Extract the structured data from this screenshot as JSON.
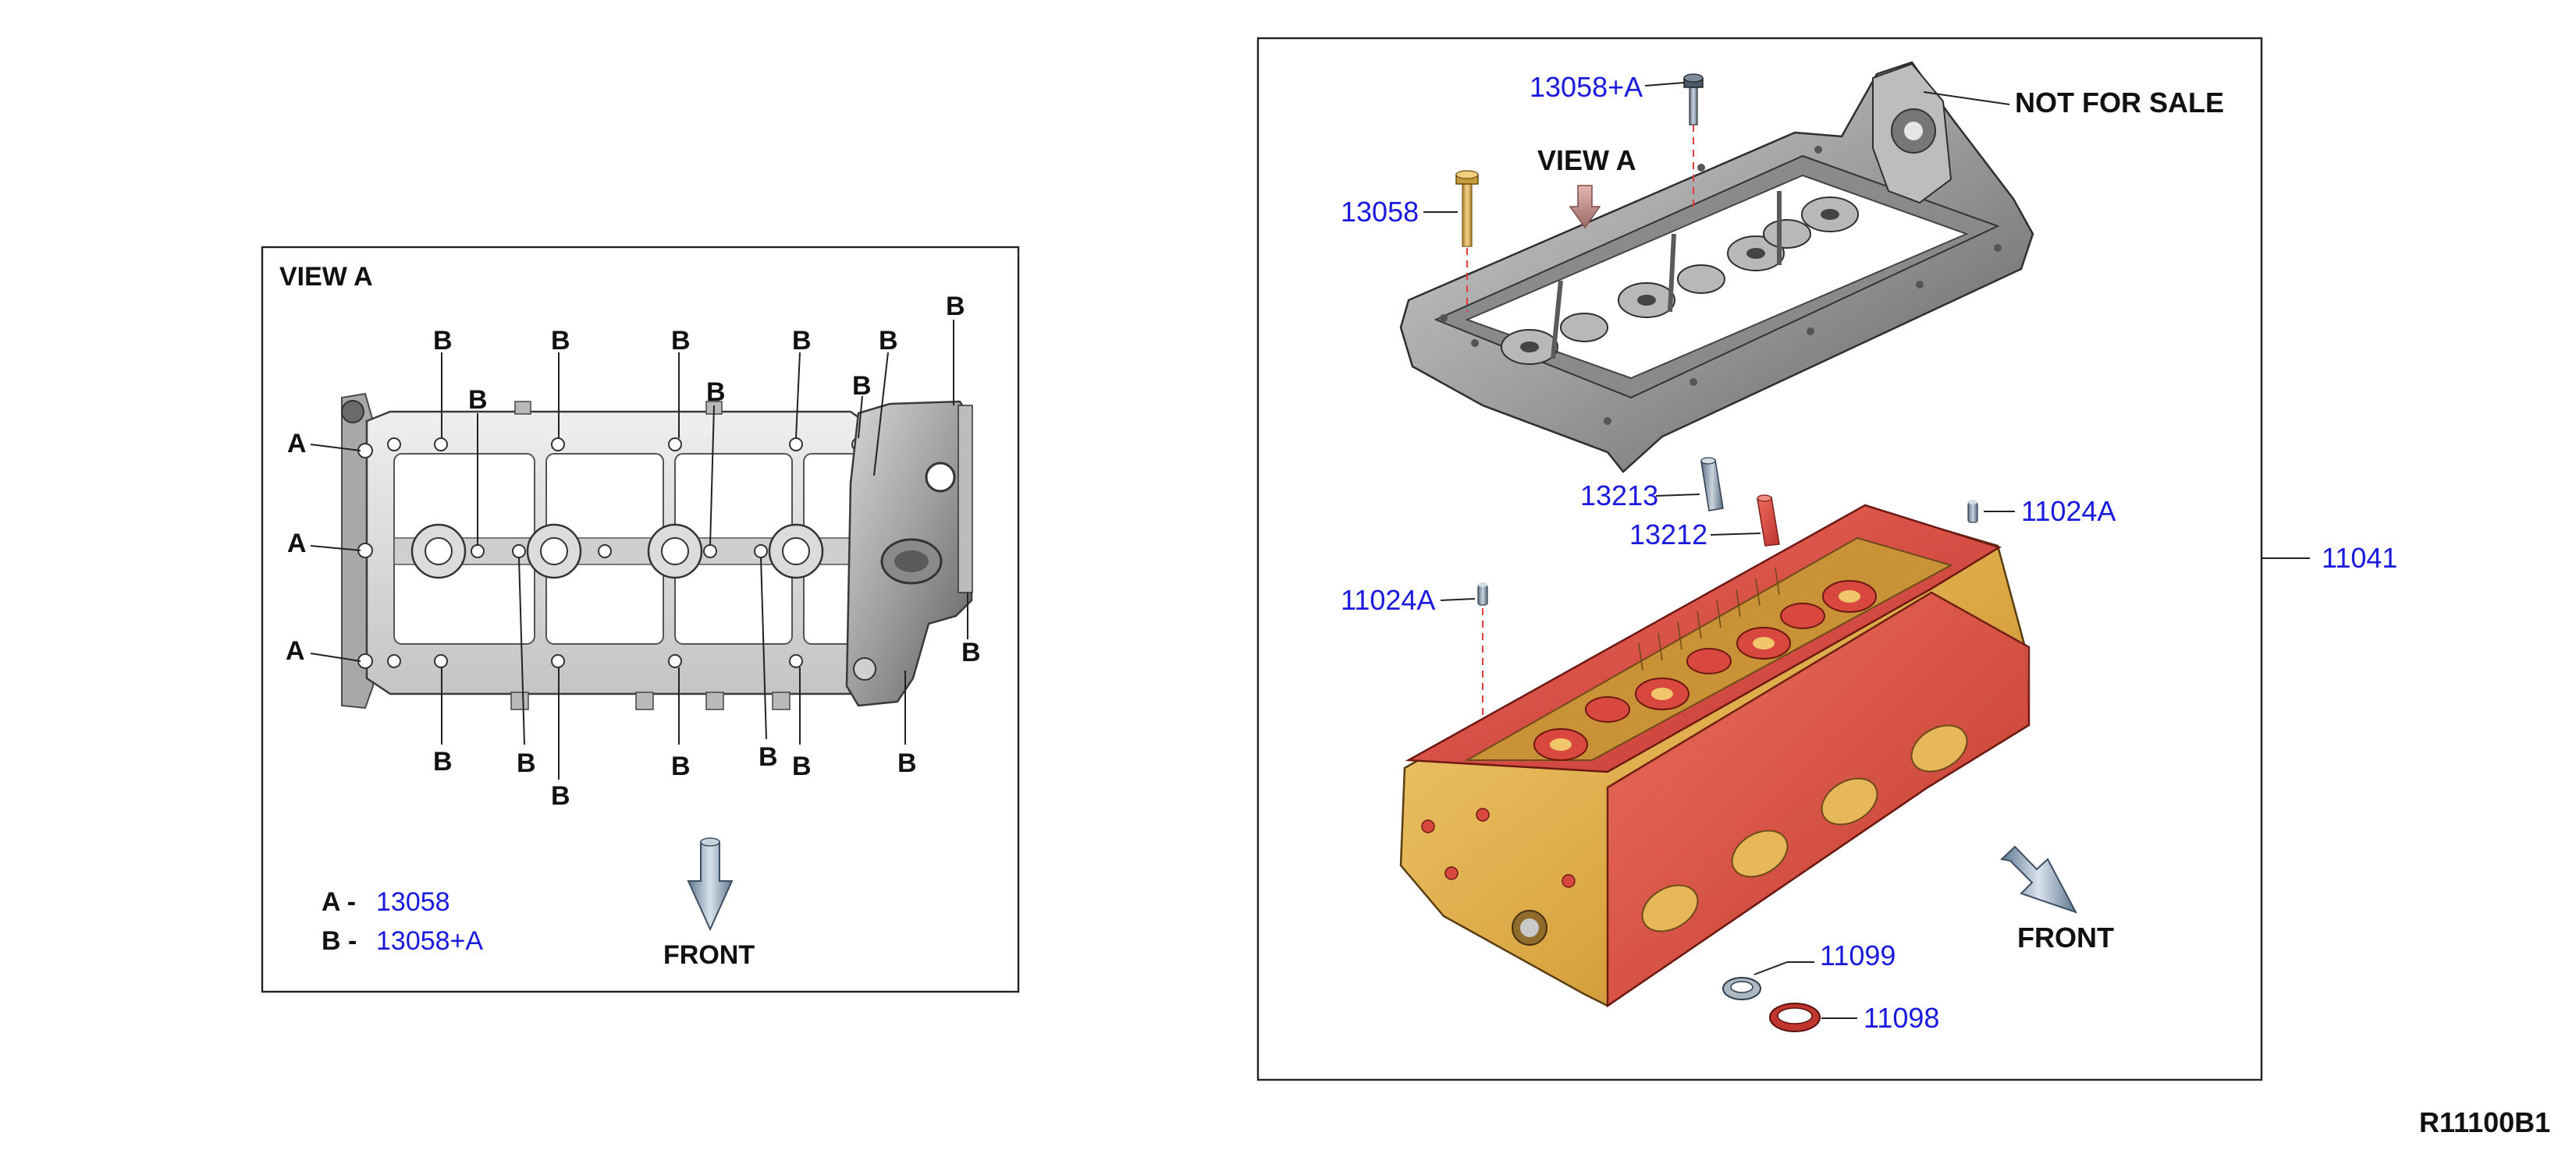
{
  "colors": {
    "part_number": "#1a1adc",
    "label": "#111111",
    "head_red": "#d94a4a",
    "head_gold": "#e2b24d",
    "housing_grey": "#9a9a9a",
    "dash_red": "#e23b3b"
  },
  "view_a": {
    "title": "VIEW A",
    "bolt_marks": {
      "a": "A",
      "b": "B"
    },
    "legend": {
      "a_key": "A -",
      "a_part": "13058",
      "b_key": "B -",
      "b_part": "13058+A"
    },
    "front_label": "FRONT",
    "front_icon": "front-arrow-icon"
  },
  "main": {
    "view_a_label": "VIEW A",
    "view_a_icon": "view-arrow-icon",
    "not_for_sale": "NOT FOR SALE",
    "front_label": "FRONT",
    "front_icon": "front-arrow-icon",
    "parts": {
      "bolt_13058_a": "13058+A",
      "bolt_13058": "13058",
      "p13213": "13213",
      "p13212": "13212",
      "p11024a_right": "11024A",
      "p11024a_left": "11024A",
      "assembly_11041": "11041",
      "p11099": "11099",
      "p11098": "11098"
    }
  },
  "diagram_code": "R11100B1"
}
